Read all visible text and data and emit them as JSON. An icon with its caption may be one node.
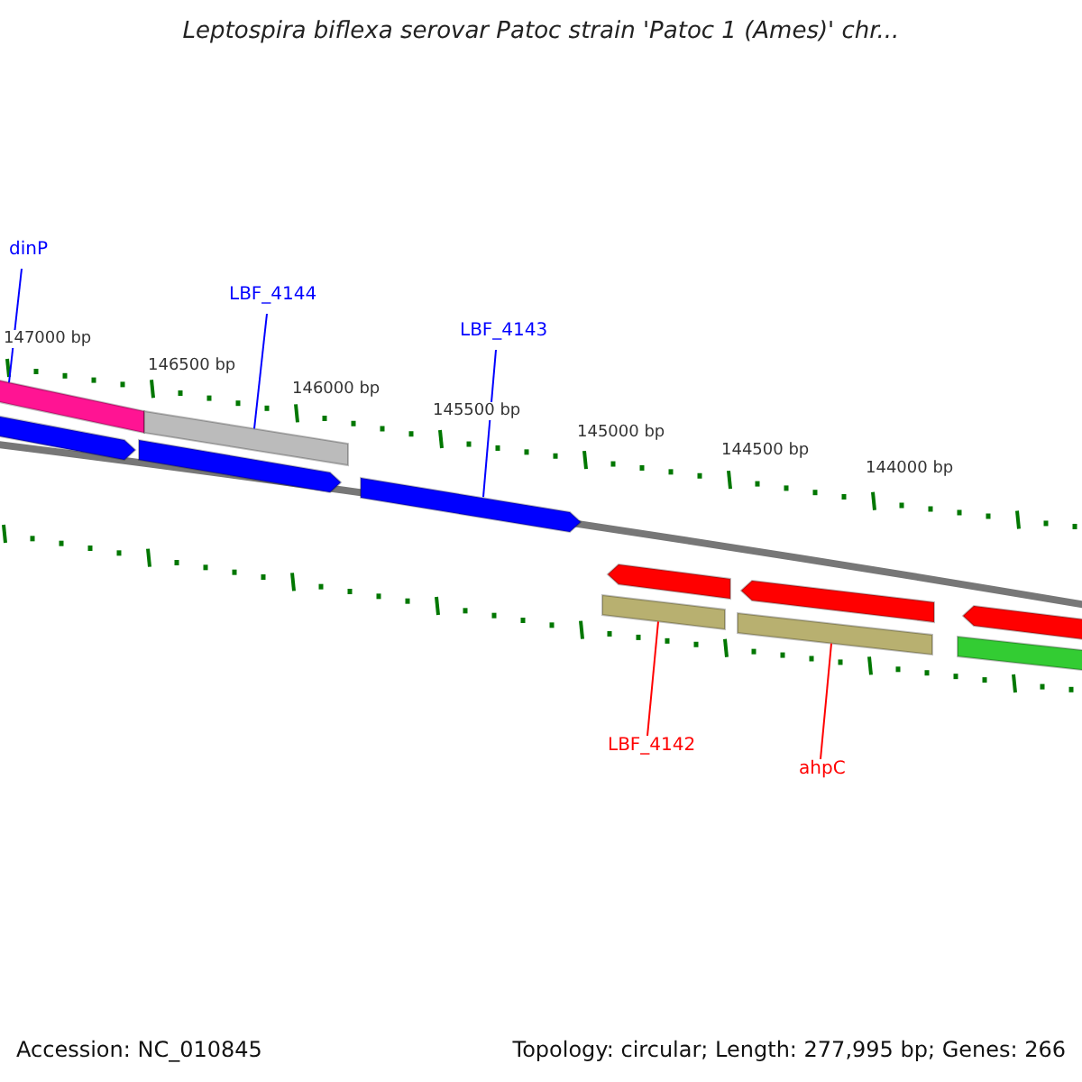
{
  "diagram": {
    "title": "Leptospira biflexa serovar Patoc strain 'Patoc 1 (Ames)' chr...",
    "nodes": [
      {
        "text": [
          "dinP"
        ]
      },
      {
        "text": [
          "LBF_4144"
        ]
      },
      {
        "text": [
          "LBF_4143"
        ]
      },
      {
        "text": [
          "LBF_4142"
        ]
      },
      {
        "text": [
          "ahpC"
        ]
      },
      {
        "text": [],
        "shape": "bar"
      },
      {
        "text": [],
        "shape": "bar"
      },
      {
        "text": [],
        "shape": "bar"
      },
      {
        "text": [],
        "shape": "bar"
      },
      {
        "text": [],
        "shape": "bar"
      },
      {
        "text": [],
        "shape": "bar"
      },
      {
        "text": [],
        "shape": "bar"
      },
      {
        "text": [],
        "shape": "bar"
      },
      {
        "text": [],
        "shape": "bar"
      },
      {
        "text": [],
        "shape": "bar"
      },
      {
        "text": [],
        "shape": "bar"
      }
    ],
    "edges": [
      {
        "from": 0,
        "to": 5,
        "arrow": "none"
      },
      {
        "from": 1,
        "to": 6,
        "arrow": "none"
      },
      {
        "from": 2,
        "to": 9,
        "arrow": "none"
      },
      {
        "from": 3,
        "to": 13,
        "arrow": "none",
        "color": "#ff0000"
      },
      {
        "from": 4,
        "to": 14,
        "arrow": "none",
        "color": "#ff0000"
      }
    ],
    "labels": [
      "147000 bp",
      "146500 bp",
      "146000 bp",
      "145500 bp",
      "145000 bp",
      "144500 bp",
      "144000 bp",
      "Accession: NC_010845",
      "Topology: circular; Length: 277,995 bp; Genes: 266"
    ]
  }
}
